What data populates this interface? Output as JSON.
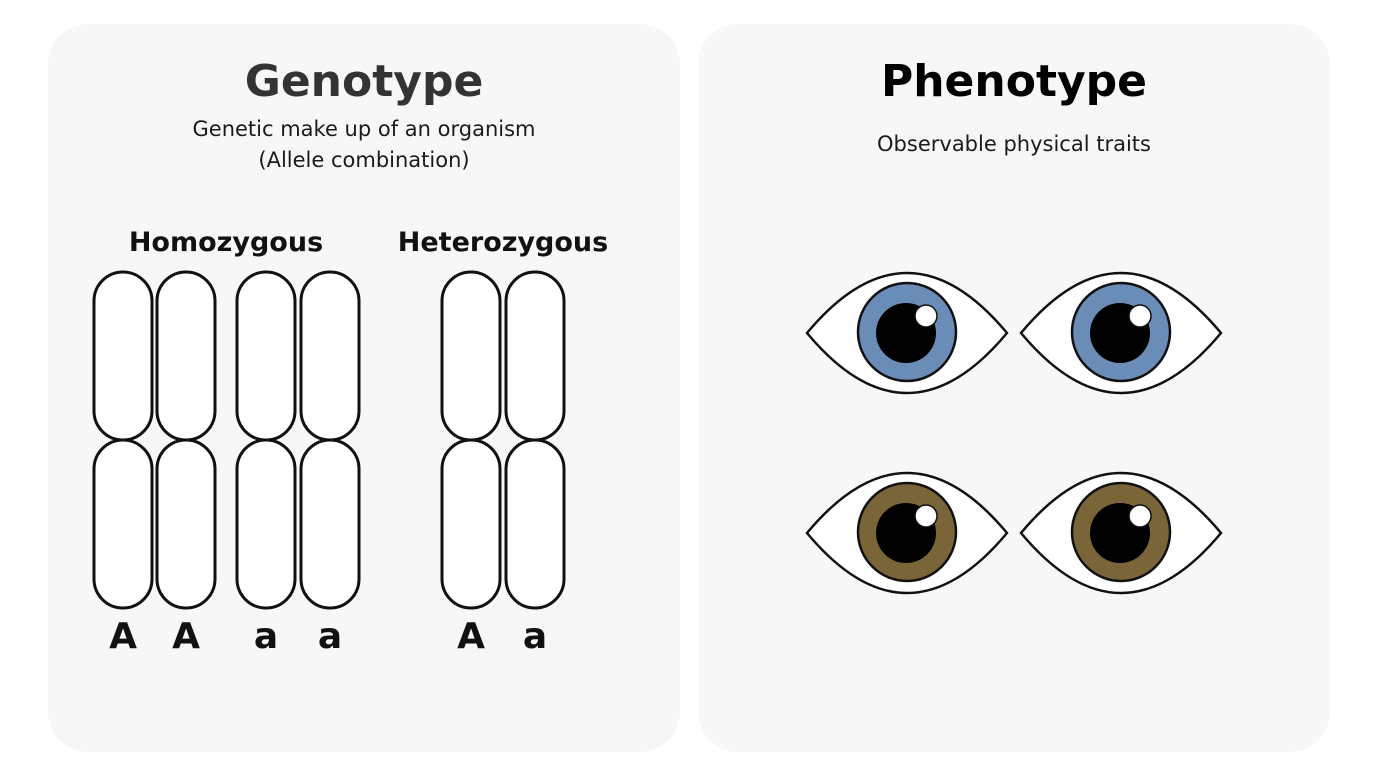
{
  "genotype": {
    "title": "Genotype",
    "subtitle_line1": "Genetic make up of an organism",
    "subtitle_line2": "(Allele combination)",
    "homozygous_label": "Homozygous",
    "heterozygous_label": "Heterozygous",
    "alleles": [
      "A",
      "A",
      "a",
      "a",
      "A",
      "a"
    ]
  },
  "phenotype": {
    "title": "Phenotype",
    "subtitle": "Observable physical traits",
    "eye_colors": {
      "blue": "#6a8db8",
      "brown": "#7a6538"
    }
  },
  "colors": {
    "panel": "#f7f7f7",
    "genotype_title": "#333333",
    "phenotype_title": "#000000"
  }
}
